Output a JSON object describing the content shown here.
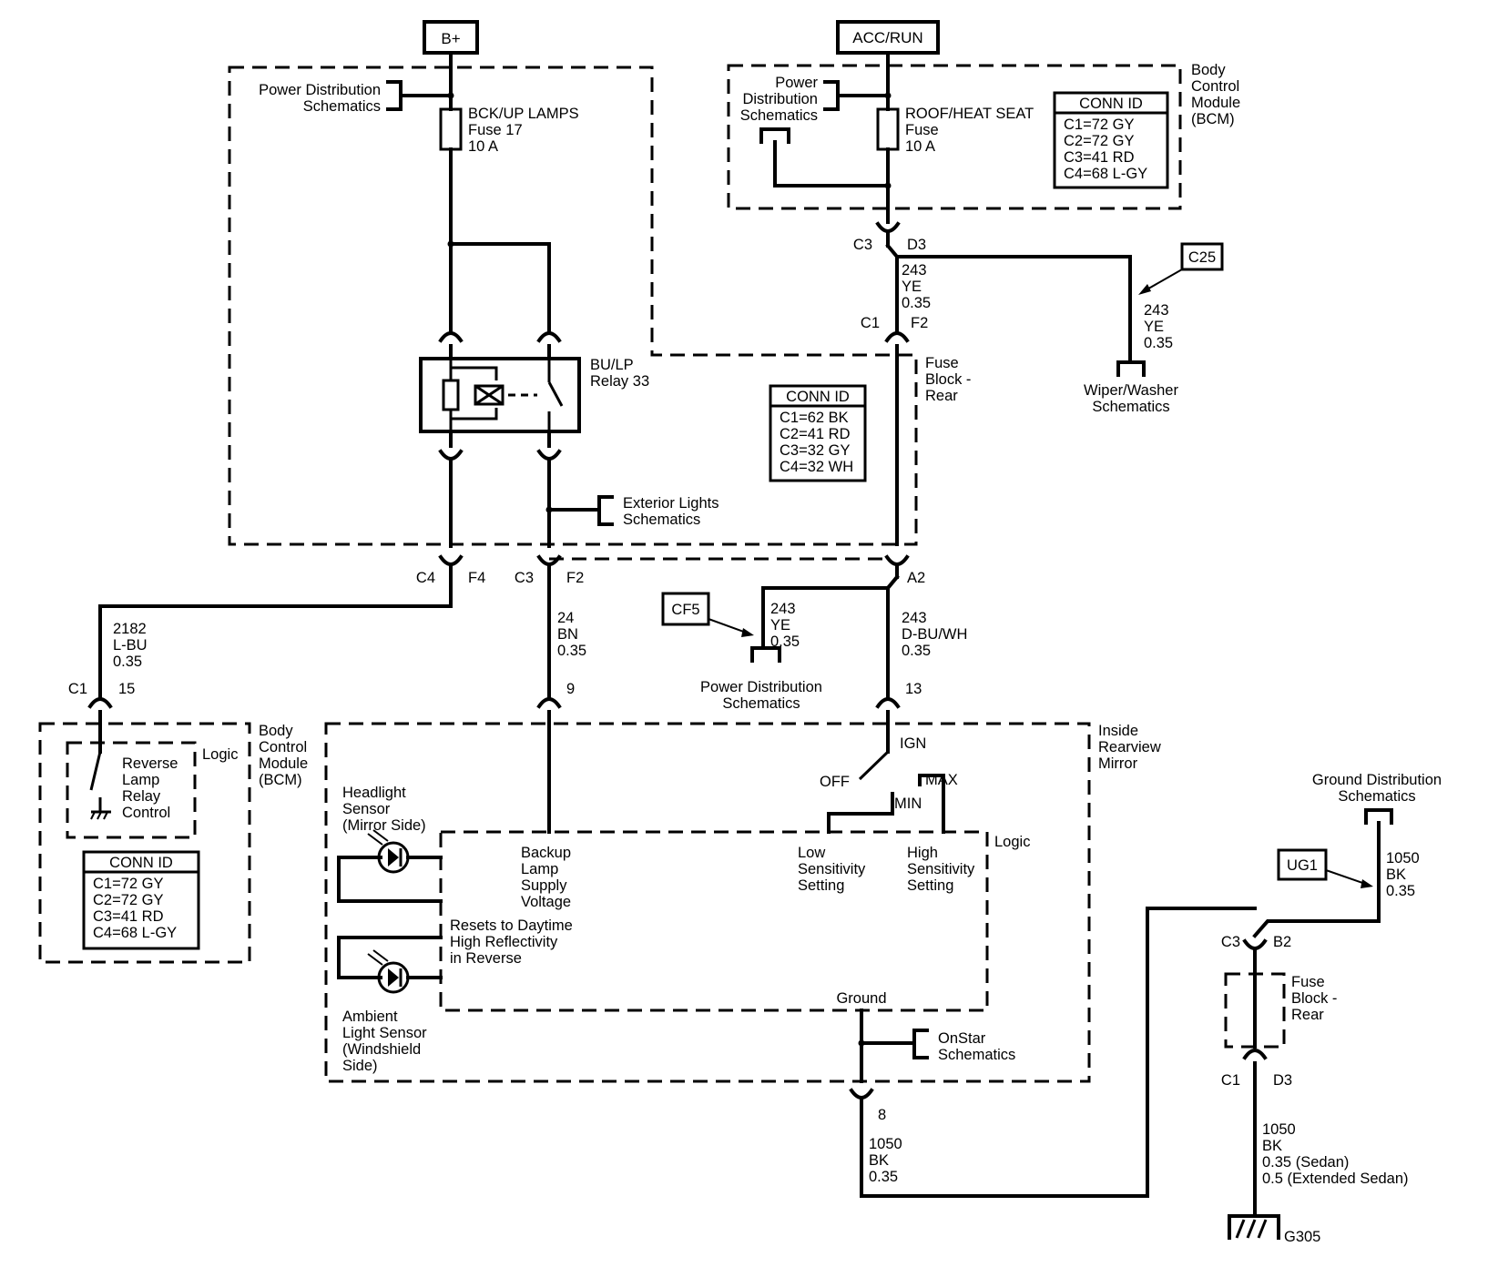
{
  "power": {
    "bplus": "B+",
    "accrun": "ACC/RUN"
  },
  "top_left": {
    "pds": [
      "Power Distribution",
      "Schematics"
    ],
    "fuse": [
      "BCK/UP LAMPS",
      "Fuse 17",
      "10 A"
    ],
    "relay": [
      "BU/LP",
      "Relay 33"
    ],
    "ext_lights": [
      "Exterior Lights",
      "Schematics"
    ]
  },
  "top_right": {
    "pds": [
      "Power",
      "Distribution",
      "Schematics"
    ],
    "fuse": [
      "ROOF/HEAT SEAT",
      "Fuse",
      "10 A"
    ],
    "bcm": [
      "Body",
      "Control",
      "Module",
      "(BCM)"
    ],
    "conn_id": {
      "title": "CONN ID",
      "rows": [
        "C1=72 GY",
        "C2=72 GY",
        "C3=41 RD",
        "C4=68 L-GY"
      ]
    }
  },
  "fuse_block_rear": {
    "label": [
      "Fuse",
      "Block -",
      "Rear"
    ],
    "conn_id": {
      "title": "CONN ID",
      "rows": [
        "C1=62 BK",
        "C2=41 RD",
        "C3=32 GY",
        "C4=32 WH"
      ]
    }
  },
  "connectors": {
    "c3": "C3",
    "d3": "D3",
    "c1": "C1",
    "f2": "F2",
    "c4": "C4",
    "f4": "F4",
    "c3b": "C3",
    "f2b": "F2",
    "a2": "A2",
    "c1b": "C1",
    "p15": "15",
    "p9": "9",
    "p13": "13",
    "p8": "8",
    "c3c": "C3",
    "b2": "B2",
    "c1c": "C1",
    "d3c": "D3"
  },
  "wires": {
    "w243a": [
      "243",
      "YE",
      "0.35"
    ],
    "w243b": [
      "243",
      "YE",
      "0.35"
    ],
    "w243c": [
      "243",
      "YE",
      "0.35"
    ],
    "w243d": [
      "243",
      "D-BU/WH",
      "0.35"
    ],
    "w2182": [
      "2182",
      "L-BU",
      "0.35"
    ],
    "w24": [
      "24",
      "BN",
      "0.35"
    ],
    "w1050a": [
      "1050",
      "BK",
      "0.35"
    ],
    "w1050b": [
      "1050",
      "BK",
      "0.35"
    ],
    "w1050c": [
      "1050",
      "BK",
      "0.35 (Sedan)",
      "0.5 (Extended Sedan)"
    ]
  },
  "refs": {
    "c25": "C25",
    "cf5": "CF5",
    "ug1": "UG1",
    "wiper": [
      "Wiper/Washer",
      "Schematics"
    ],
    "pds_bottom": [
      "Power Distribution",
      "Schematics"
    ],
    "gnd_dist": [
      "Ground Distribution",
      "Schematics"
    ],
    "onstar": [
      "OnStar",
      "Schematics"
    ],
    "g305": "G305"
  },
  "bcm_left": {
    "label": [
      "Body",
      "Control",
      "Module",
      "(BCM)"
    ],
    "logic": "Logic",
    "relay_ctrl": [
      "Reverse",
      "Lamp",
      "Relay",
      "Control"
    ],
    "conn_id": {
      "title": "CONN ID",
      "rows": [
        "C1=72 GY",
        "C2=72 GY",
        "C3=41 RD",
        "C4=68 L-GY"
      ]
    }
  },
  "mirror": {
    "label": [
      "Inside",
      "Rearview",
      "Mirror"
    ],
    "logic": "Logic",
    "ign": "IGN",
    "off": "OFF",
    "max": "MAX",
    "min": "MIN",
    "headlight": [
      "Headlight",
      "Sensor",
      "(Mirror Side)"
    ],
    "ambient": [
      "Ambient",
      "Light Sensor",
      "(Windshield",
      "Side)"
    ],
    "backup": [
      "Backup",
      "Lamp",
      "Supply",
      "Voltage"
    ],
    "low": [
      "Low",
      "Sensitivity",
      "Setting"
    ],
    "high": [
      "High",
      "Sensitivity",
      "Setting"
    ],
    "resets": [
      "Resets to Daytime",
      "High Reflectivity",
      "in Reverse"
    ],
    "ground": "Ground"
  }
}
